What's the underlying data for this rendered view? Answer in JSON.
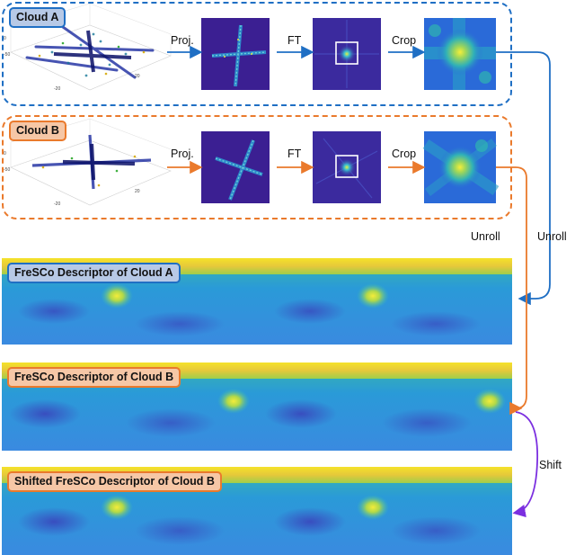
{
  "panels": {
    "cloud_a": {
      "title": "Cloud A",
      "color": "#1f6fc4",
      "tag_fill": "#b7c9e6"
    },
    "cloud_b": {
      "title": "Cloud B",
      "color": "#ea7a2c",
      "tag_fill": "#f6c7a6"
    }
  },
  "steps": {
    "proj": "Proj.",
    "ft": "FT",
    "crop": "Crop"
  },
  "connectors": {
    "unroll_a": "Unroll",
    "unroll_b": "Unroll",
    "shift": "Shift",
    "shift_color": "#7b2fe0"
  },
  "descriptors": {
    "a": {
      "title": "FreSCo Descriptor of Cloud A",
      "tag_fill": "#b7c9e6",
      "border": "#1f6fc4"
    },
    "b": {
      "title": "FreSCo Descriptor of Cloud B",
      "tag_fill": "#f6c7a6",
      "border": "#ea7a2c"
    },
    "b_shifted": {
      "title": "Shifted FreSCo Descriptor of Cloud B",
      "tag_fill": "#f6c7a6",
      "border": "#ea7a2c"
    }
  }
}
